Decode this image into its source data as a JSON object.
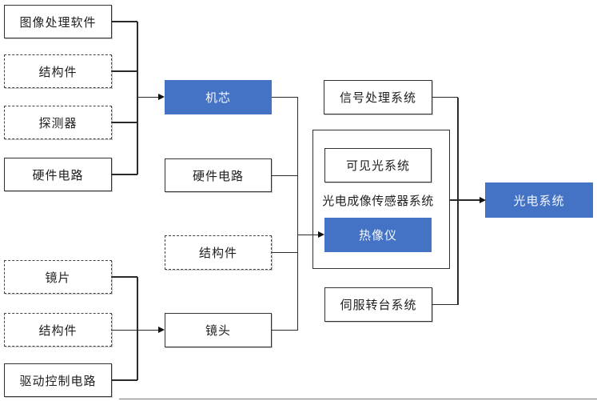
{
  "diagram_type": "block-diagram",
  "colors": {
    "accent_blue": "#4472C4",
    "box_border": "#333333",
    "connector_line": "#2b2b2b",
    "text_dark": "#1f1f1f",
    "text_on_blue": "#ffffff",
    "background": "#ffffff"
  },
  "nodes": {
    "image_processing_software": {
      "label": "图像处理软件"
    },
    "struct_top": {
      "label": "结构件"
    },
    "detector": {
      "label": "探测器"
    },
    "hardware_circuit_left": {
      "label": "硬件电路"
    },
    "lens_element": {
      "label": "镜片"
    },
    "struct_bottom": {
      "label": "结构件"
    },
    "drive_control_circuit": {
      "label": "驱动控制电路"
    },
    "core": {
      "label": "机芯"
    },
    "hardware_circuit_mid": {
      "label": "硬件电路"
    },
    "struct_mid": {
      "label": "结构件"
    },
    "lens": {
      "label": "镜头"
    },
    "signal_processing_system": {
      "label": "信号处理系统"
    },
    "sensor_system_group": {
      "label": "光电成像传感器系统"
    },
    "visible_light_system": {
      "label": "可见光系统"
    },
    "thermal_imager": {
      "label": "热像仪"
    },
    "servo_turntable_system": {
      "label": "伺服转台系统"
    },
    "optoelectronic_system": {
      "label": "光电系统"
    }
  },
  "edges": [
    {
      "from": [
        "图像处理软件",
        "结构件",
        "探测器",
        "硬件电路"
      ],
      "to": "机芯",
      "arrow": true
    },
    {
      "from": [
        "镜片",
        "结构件",
        "驱动控制电路"
      ],
      "to": "镜头",
      "arrow": true
    },
    {
      "from": [
        "机芯",
        "硬件电路",
        "结构件",
        "镜头"
      ],
      "to": "热像仪",
      "arrow": true
    },
    {
      "from": [
        "信号处理系统",
        "光电成像传感器系统",
        "伺服转台系统"
      ],
      "to": "光电系统",
      "arrow": true
    }
  ]
}
